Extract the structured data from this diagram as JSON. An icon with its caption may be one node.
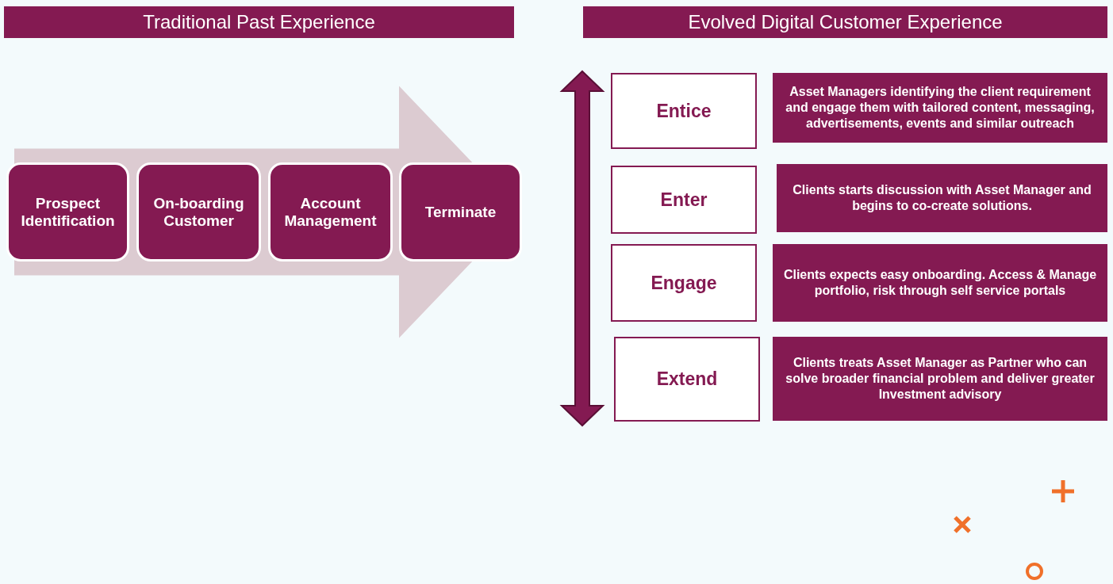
{
  "diagram": {
    "nodes": [
      {
        "text": [
          "Traditional Past Experience"
        ]
      },
      {
        "text": [
          "Evolved Digital Customer Experience"
        ]
      },
      {
        "text": [
          "Prospect Identification"
        ]
      },
      {
        "text": [
          "On-boarding Customer"
        ]
      },
      {
        "text": [
          "Account Management"
        ]
      },
      {
        "text": [
          "Terminate"
        ]
      },
      {
        "text": [
          "Entice"
        ]
      },
      {
        "text": [
          "Asset Managers identifying the client requirement and engage them with tailored content, messaging, advertisements, events and similar outreach"
        ]
      },
      {
        "text": [
          "Enter"
        ]
      },
      {
        "text": [
          "Clients starts discussion with Asset Manager and begins to co-create solutions."
        ]
      },
      {
        "text": [
          "Engage"
        ]
      },
      {
        "text": [
          "Clients expects easy onboarding. Access & Manage portfolio, risk through self service portals"
        ]
      },
      {
        "text": [
          "Extend"
        ]
      },
      {
        "text": [
          "Clients treats  Asset Manager as Partner who can solve broader financial problem and deliver greater Investment advisory"
        ]
      }
    ],
    "edges": [
      {
        "from": 2,
        "to": 5,
        "arrow": "to"
      }
    ]
  }
}
